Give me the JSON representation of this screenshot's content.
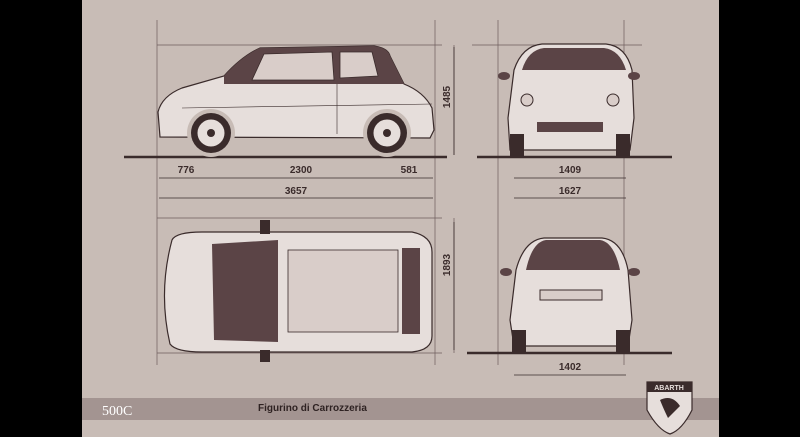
{
  "colors": {
    "background": "#c8bcb6",
    "ink": "#3a2b2b",
    "body_light": "#e6dedb",
    "roof_dark": "#5b4446",
    "footer_band": "#5e4a4d"
  },
  "dimensions": {
    "front_overhang": "776",
    "wheelbase": "2300",
    "rear_overhang": "581",
    "overall_length": "3657",
    "height": "1485",
    "front_track": "1409",
    "overall_width_side": "1627",
    "overall_width": "1893",
    "rear_track": "1402"
  },
  "footer": {
    "logo_text": "500C",
    "caption": "Figurino di Carrozzeria"
  },
  "badge": {
    "text": "ABARTH",
    "icon": "scorpion-icon"
  }
}
